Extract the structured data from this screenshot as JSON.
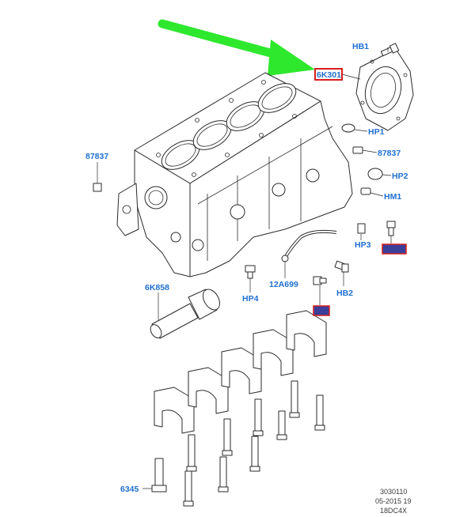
{
  "labels": {
    "hb1": "HB1",
    "bk301": "6K301",
    "hp1": "HP1",
    "n87837_right": "87837",
    "n87837_left": "87837",
    "hp2": "HP2",
    "hm1": "HM1",
    "hp3": "HP3",
    "hb2": "HB2",
    "n12a699": "12A699",
    "hp4": "HP4",
    "n6k858": "6K858",
    "n6345": "6345"
  },
  "footer": {
    "line1": "3030110",
    "line2": "05-2015 19",
    "line3": "18DC4X"
  },
  "colors": {
    "arrow": "#2ee82e",
    "label": "#1f6fd1",
    "highlight_box": "#d81e1e",
    "redacted_fill": "#3b3f9a"
  }
}
